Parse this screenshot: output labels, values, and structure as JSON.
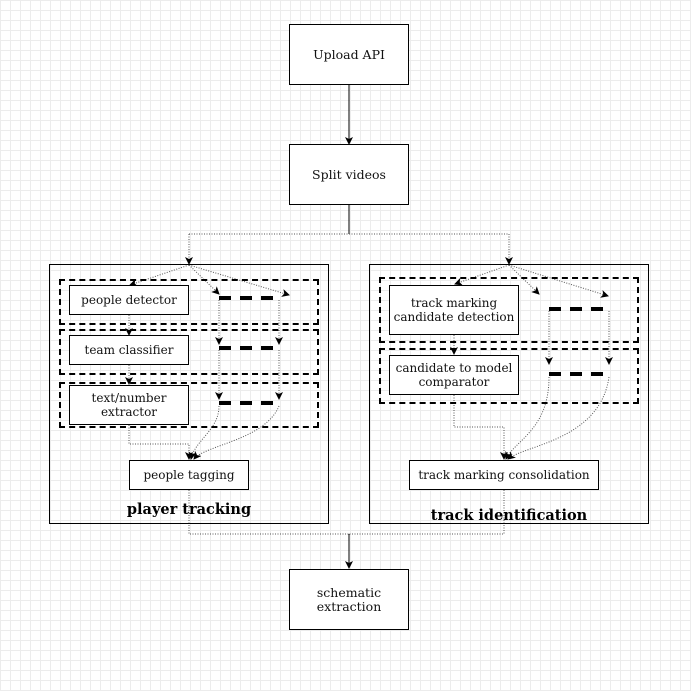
{
  "nodes": {
    "upload_api": "Upload API",
    "split_videos": "Split videos",
    "people_detector": "people detector",
    "team_classifier": "team classifier",
    "text_number_extractor": [
      "text/number",
      "extractor"
    ],
    "people_tagging": "people tagging",
    "track_marking_candidate_detection": [
      "track marking",
      "candidate detection"
    ],
    "candidate_to_model_comparator": [
      "candidate to model",
      "comparator"
    ],
    "track_marking_consolidation": "track marking consolidation",
    "schematic_extraction": [
      "schematic",
      "extraction"
    ]
  },
  "groups": {
    "player_tracking": "player tracking",
    "track_identification": "track identification"
  },
  "colors": {
    "line": "#000000",
    "dotted": "#555555",
    "grid": "#ececec"
  }
}
